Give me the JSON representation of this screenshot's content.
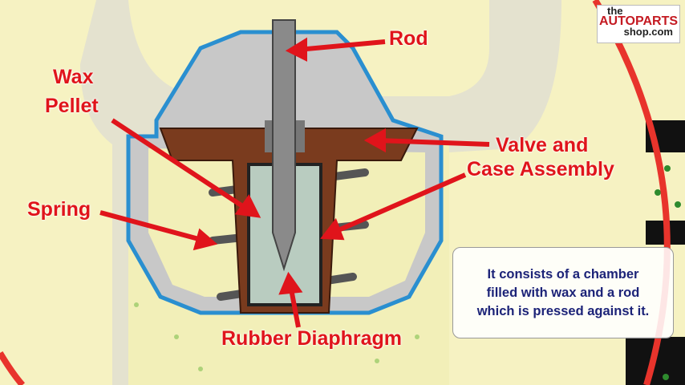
{
  "logo": {
    "line1": "the",
    "line2": "AUTOPARTS",
    "line3": "shop.com"
  },
  "labels": {
    "rod": "Rod",
    "wax_pellet_1": "Wax",
    "wax_pellet_2": "Pellet",
    "valve_case_1": "Valve and",
    "valve_case_2": "Case Assembly",
    "spring": "Spring",
    "rubber_diaphragm": "Rubber Diaphragm"
  },
  "caption": {
    "line1": "It consists of a chamber",
    "line2": "filled with wax and a rod",
    "line3": "which is pressed against it."
  },
  "colors": {
    "label_red": "#e0141b",
    "caption_text": "#1c2378",
    "housing_blue": "#2a8fd0",
    "case_brown": "#7a3b1e"
  }
}
